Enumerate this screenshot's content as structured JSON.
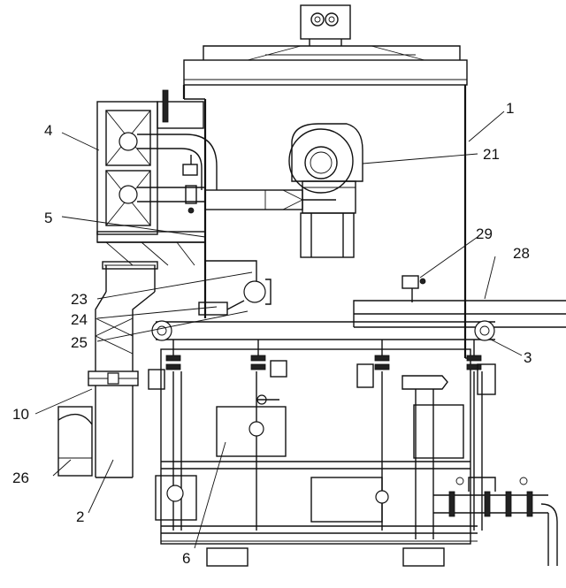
{
  "labels": [
    {
      "id": "1",
      "text": "1"
    },
    {
      "id": "21",
      "text": "21"
    },
    {
      "id": "4",
      "text": "4"
    },
    {
      "id": "5",
      "text": "5"
    },
    {
      "id": "29",
      "text": "29"
    },
    {
      "id": "28",
      "text": "28"
    },
    {
      "id": "23",
      "text": "23"
    },
    {
      "id": "24",
      "text": "24"
    },
    {
      "id": "25",
      "text": "25"
    },
    {
      "id": "3",
      "text": "3"
    },
    {
      "id": "10",
      "text": "10"
    },
    {
      "id": "26",
      "text": "26"
    },
    {
      "id": "2",
      "text": "2"
    },
    {
      "id": "6",
      "text": "6"
    }
  ]
}
